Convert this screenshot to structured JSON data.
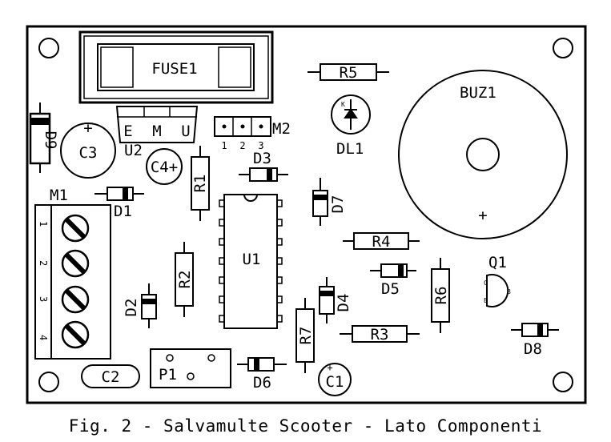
{
  "caption": "Fig. 2 - Salvamulte Scooter - Lato Componenti",
  "labels": {
    "fuse": "FUSE1",
    "u2_pins": [
      "E",
      "M",
      "U"
    ],
    "u2": "U2",
    "m2": "M2",
    "m2_pins": [
      "1",
      "2",
      "3"
    ],
    "c3": "C3",
    "c3_plus": "+",
    "c4": "C4+",
    "d9": "D9",
    "m1": "M1",
    "m1_pins": [
      "1",
      "2",
      "3",
      "4"
    ],
    "d1": "D1",
    "r1": "R1",
    "d3": "D3",
    "u1": "U1",
    "r5": "R5",
    "dl1": "DL1",
    "dl1_k": "K",
    "buz1": "BUZ1",
    "buz_plus": "+",
    "d7": "D7",
    "r4": "R4",
    "r2": "R2",
    "d5": "D5",
    "r6": "R6",
    "q1": "Q1",
    "q1_pins": [
      "C",
      "B",
      "E"
    ],
    "d2": "D2",
    "d4": "D4",
    "r3": "R3",
    "r7": "R7",
    "d8": "D8",
    "p1": "P1",
    "d6": "D6",
    "c2": "C2",
    "c1": "C1",
    "c1_plus": "+"
  }
}
